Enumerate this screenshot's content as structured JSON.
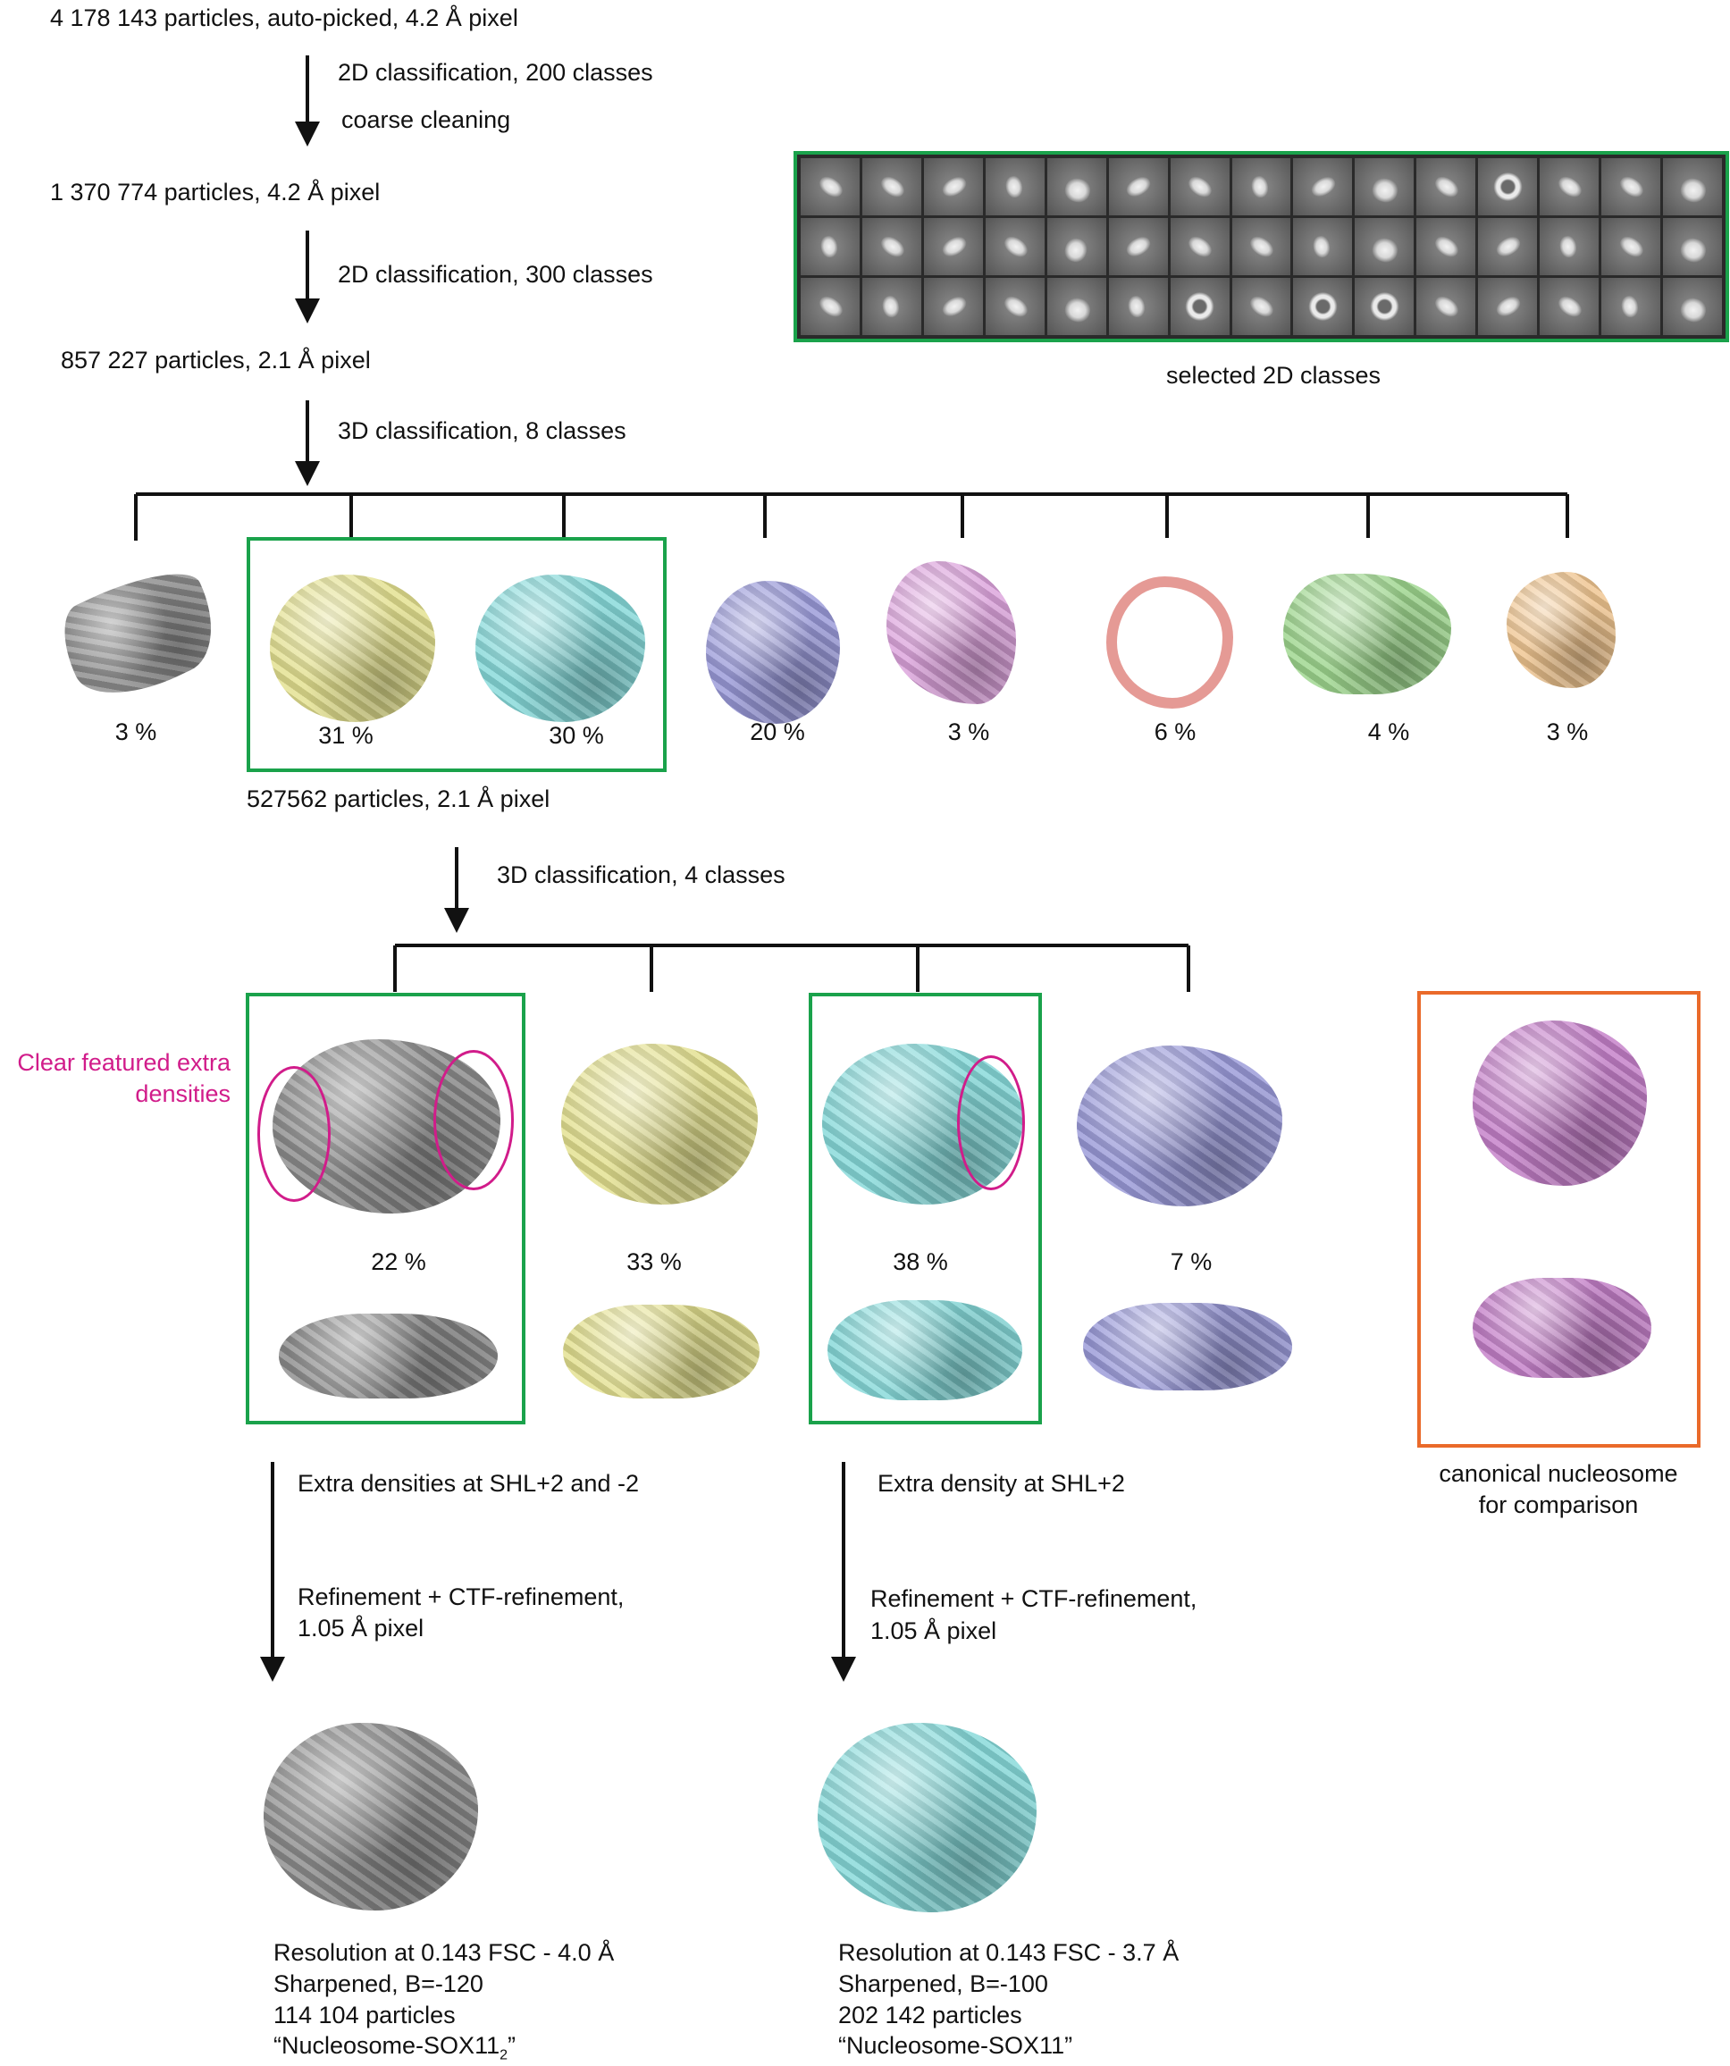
{
  "steps": {
    "s1": "4 178 143 particles, auto-picked, 4.2 Å pixel",
    "s1_op1": "2D classification, 200 classes",
    "s1_op2": "coarse cleaning",
    "s2": "1 370 774 particles, 4.2 Å pixel",
    "s2_op": "2D classification, 300 classes",
    "s3": "857 227 particles, 2.1 Å pixel",
    "s3_op": "3D classification, 8 classes",
    "s4": "527562 particles, 2.1 Å pixel",
    "s4_op": "3D classification, 4 classes"
  },
  "strip_caption": "selected 2D classes",
  "classes8": [
    {
      "pct": "3 %",
      "color": "#8c8c8c"
    },
    {
      "pct": "31 %",
      "color": "#e3e08f"
    },
    {
      "pct": "30 %",
      "color": "#86d9d9"
    },
    {
      "pct": "20 %",
      "color": "#9a9ad8"
    },
    {
      "pct": "3 %",
      "color": "#dca3dc"
    },
    {
      "pct": "6 %",
      "color": "#e59a95"
    },
    {
      "pct": "4 %",
      "color": "#9ed68e"
    },
    {
      "pct": "3 %",
      "color": "#efc590"
    }
  ],
  "classes4": [
    {
      "pct": "22 %",
      "color": "#8c8c8c"
    },
    {
      "pct": "33 %",
      "color": "#e3e08f"
    },
    {
      "pct": "38 %",
      "color": "#86d9d9"
    },
    {
      "pct": "7 %",
      "color": "#9a9ad8"
    }
  ],
  "extra_note": "Clear featured extra densities",
  "canonical": "canonical nucleosome for comparison",
  "canonical_color": "#c47fc8",
  "branchA": {
    "label": "Extra densities at SHL+2 and -2",
    "refine": "Refinement + CTF-refinement,",
    "refine2": "1.05 Å pixel",
    "res": "Resolution at 0.143 FSC - 4.0 Å",
    "sharp": "Sharpened, B=-120",
    "count": "114 104 particles",
    "name": "“Nucleosome-SOX11",
    "name_sub": "2",
    "name_end": "”"
  },
  "branchB": {
    "label": "Extra density at SHL+2",
    "refine": "Refinement + CTF-refinement,",
    "refine2": "1.05 Å pixel",
    "res": "Resolution at 0.143 FSC - 3.7 Å",
    "sharp": "Sharpened, B=-100",
    "count": "202 142 particles",
    "name": "“Nucleosome-SOX11”"
  },
  "accent": {
    "green": "#1aa24b",
    "orange": "#ea6a2a",
    "magenta": "#d11c8a"
  }
}
